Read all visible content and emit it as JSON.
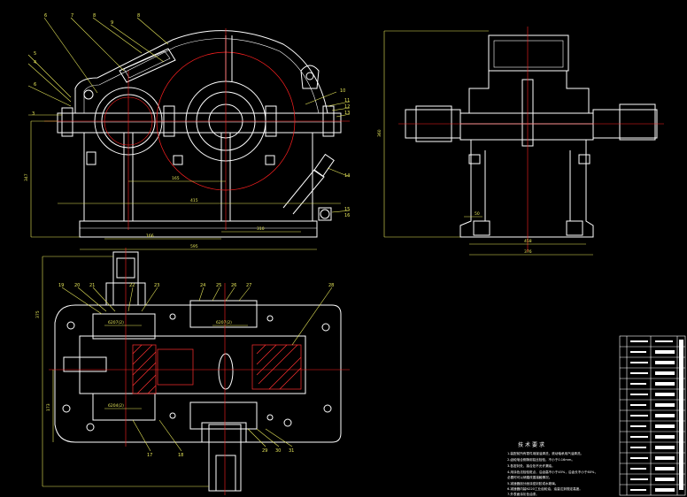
{
  "front_view": {
    "part_numbers_left": [
      "6",
      "7",
      "8",
      "9",
      "8",
      "5",
      "4",
      "6",
      "3"
    ],
    "part_numbers_right": [
      "10",
      "11",
      "12",
      "13",
      "14",
      "15",
      "16"
    ],
    "dims": {
      "height": "347",
      "center": "165",
      "span": "415",
      "overall": "595",
      "base_left": "166",
      "base_right": "310"
    }
  },
  "side_view": {
    "dims": {
      "height": "360",
      "base": "458",
      "width": "376",
      "small": "50"
    }
  },
  "top_view": {
    "dims": {
      "left_total": "375",
      "left_lower": "173"
    },
    "bearing_labels": [
      "6207(2)",
      "6204(2)",
      "6207(2)"
    ],
    "part_numbers_top": [
      "19",
      "20",
      "21",
      "22",
      "23",
      "24",
      "25",
      "26",
      "27",
      "28"
    ],
    "part_numbers_bottom": [
      "17",
      "18",
      "29",
      "30",
      "31"
    ]
  },
  "tech_requirements": {
    "title": "技术要求",
    "lines": [
      "1.装配前所有零件用煤油清洗，滚动轴承用汽油清洗。",
      "2.齿轮啮合侧隙用铅丝检验，不小于0.16mm。",
      "3.各密封处、接合处不允许漏油。",
      "4.用涂色法检验斑点，沿齿高不小于45%，沿齿长不小于60%，",
      "  必要时可以研磨改善接触情况。",
      "5.减速器剖分面涂密封胶或水玻璃。",
      "6.减速器内装N220工业齿轮油，油量达到规定高度。",
      "7.外表面涂灰色油漆。"
    ]
  },
  "colors": {
    "outline": "#ffffff",
    "centerline": "#ff2020",
    "dimension": "#e8e85a",
    "hatch": "#ff3030",
    "accent": "#ffd21e"
  }
}
